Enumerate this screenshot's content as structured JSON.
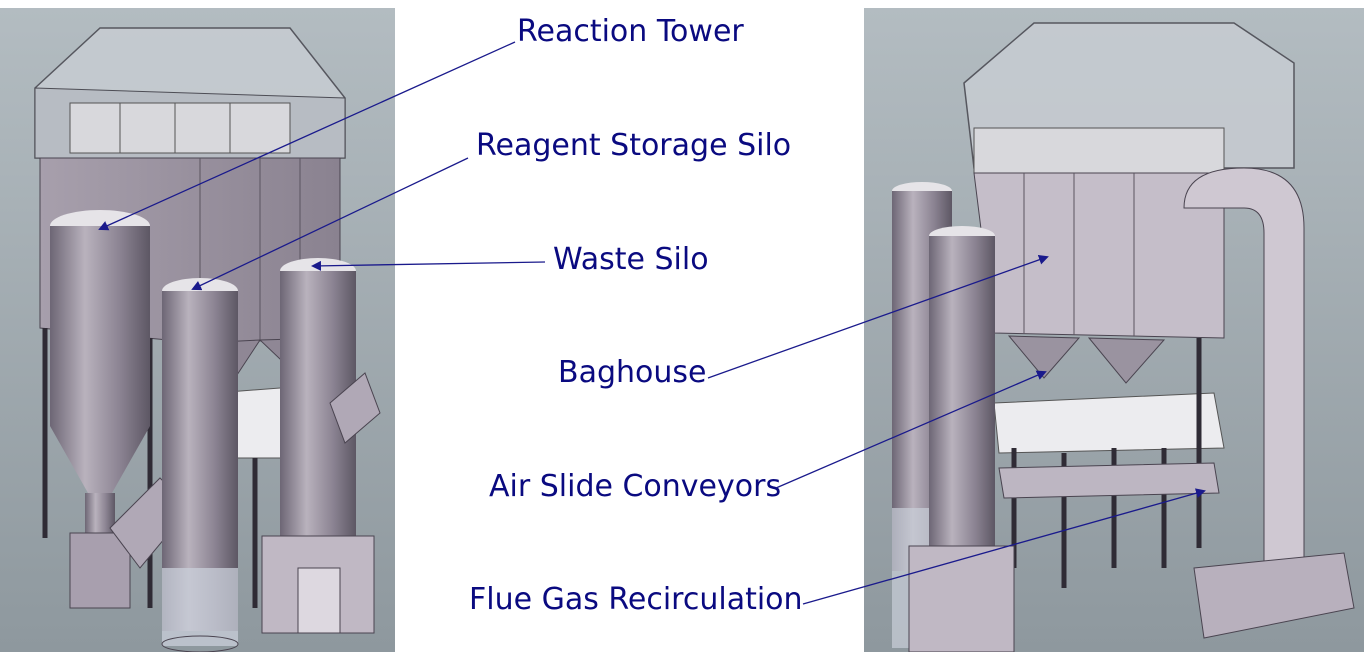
{
  "labels": {
    "reaction_tower": "Reaction Tower",
    "reagent_storage_silo": "Reagent Storage Silo",
    "waste_silo": "Waste Silo",
    "baghouse": "Baghouse",
    "air_slide_conveyors": "Air Slide Conveyors",
    "flue_gas_recirculation": "Flue Gas Recirculation"
  },
  "colors": {
    "label_text": "#0a0a80",
    "leader_line": "#1a1a8c",
    "render_background": "#9da7ad",
    "steel": "#b8b0ba",
    "steel_dark": "#7f7785",
    "enclosure_glass": "#c9ced4"
  }
}
